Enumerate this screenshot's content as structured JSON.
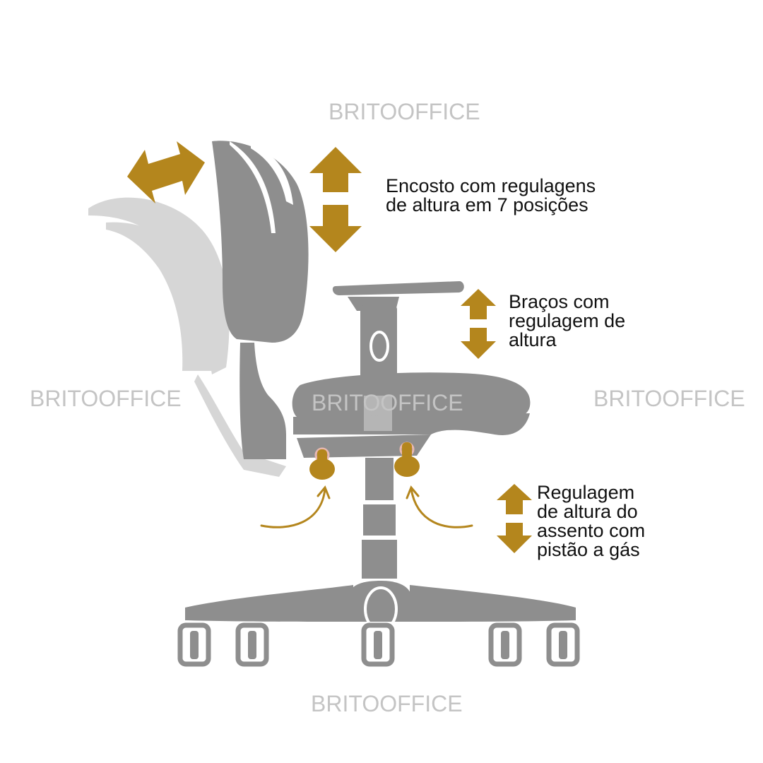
{
  "watermark": "BRITOOFFICE",
  "labels": {
    "backrest": "Encosto com regulagens\nde altura em 7 posições",
    "arms": "Braços com\nregulagem de\naltura",
    "seat": "Regulagem\nde altura do\nassento com\npistão a gás"
  },
  "colors": {
    "arrow": "#b4861d",
    "chair": "#8e8e8e",
    "chair_ghost": "#d6d6d6",
    "watermark": "#c4c4c4"
  },
  "icons": {
    "recline": "double-headed-arrow-icon",
    "vertical": "up-down-arrow-icon",
    "lever": "adjustment-knob-icon",
    "pointer": "curved-arrow-icon"
  }
}
